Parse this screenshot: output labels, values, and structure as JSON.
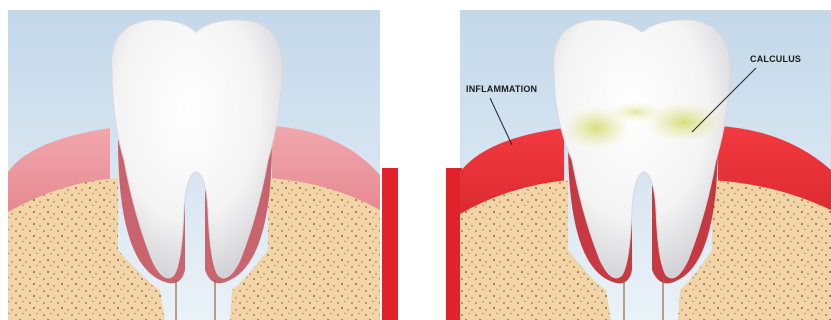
{
  "illustration": {
    "left_panel": {
      "labels": []
    },
    "right_panel": {
      "labels": [
        {
          "key": "inflammation",
          "text": "INFLAMMATION"
        },
        {
          "key": "calculus",
          "text": "CALCULUS"
        }
      ]
    }
  },
  "colors": {
    "sky_top": "#c9dcec",
    "sky_bottom": "#e8f1f8",
    "gum_healthy": "#e37f88",
    "gum_inflamed": "#e0222b",
    "bone": "#f2d4a6",
    "bone_dots": "#8a6a45",
    "tooth": "#ffffff",
    "calculus": "#d9e08a",
    "edge_red": "#e0222b"
  }
}
